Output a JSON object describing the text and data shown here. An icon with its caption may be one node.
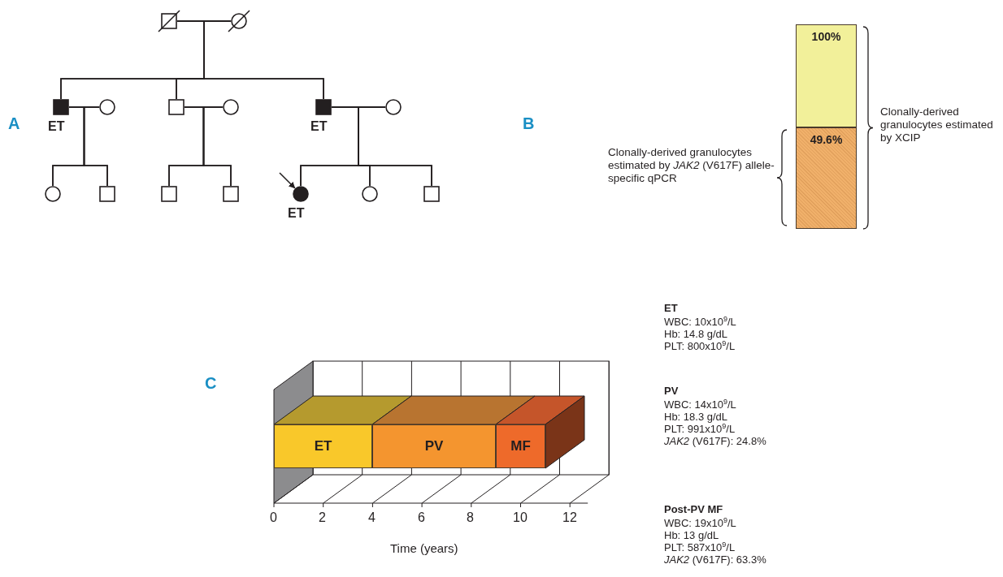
{
  "diagram": {
    "nodes": [
      {
        "text": [],
        "shape": "box"
      },
      {
        "text": [],
        "shape": "circle"
      },
      {
        "text": [],
        "shape": "box",
        "beside": [
          "ET"
        ]
      },
      {
        "text": [],
        "shape": "circle"
      },
      {
        "text": [],
        "shape": "box"
      },
      {
        "text": [],
        "shape": "circle"
      },
      {
        "text": [],
        "shape": "box",
        "beside": [
          "ET"
        ]
      },
      {
        "text": [],
        "shape": "circle"
      },
      {
        "text": [],
        "shape": "circle"
      },
      {
        "text": [],
        "shape": "box"
      },
      {
        "text": [],
        "shape": "box"
      },
      {
        "text": [],
        "shape": "box"
      },
      {
        "text": [],
        "shape": "circle",
        "beside": [
          "ET"
        ]
      },
      {
        "text": [],
        "shape": "circle"
      },
      {
        "text": [],
        "shape": "box"
      },
      {
        "text": [
          "100%"
        ]
      },
      {
        "text": [
          "49.6%"
        ]
      },
      {
        "text": [
          "ET"
        ]
      },
      {
        "text": [
          "PV"
        ]
      },
      {
        "text": [
          "MF"
        ]
      }
    ],
    "edges": [
      {
        "from": 0,
        "to": 1,
        "arrow": "none"
      },
      {
        "from": 2,
        "to": 3,
        "arrow": "none"
      },
      {
        "from": 4,
        "to": 5,
        "arrow": "none"
      },
      {
        "from": 6,
        "to": 7,
        "arrow": "none"
      },
      {
        "from": 0,
        "to": 2,
        "arrow": "none"
      },
      {
        "from": 1,
        "to": 2,
        "arrow": "none"
      },
      {
        "from": 0,
        "to": 4,
        "arrow": "none"
      },
      {
        "from": 1,
        "to": 4,
        "arrow": "none"
      },
      {
        "from": 0,
        "to": 6,
        "arrow": "none"
      },
      {
        "from": 1,
        "to": 6,
        "arrow": "none"
      },
      {
        "from": 2,
        "to": 8,
        "arrow": "none"
      },
      {
        "from": 3,
        "to": 8,
        "arrow": "none"
      },
      {
        "from": 2,
        "to": 9,
        "arrow": "none"
      },
      {
        "from": 3,
        "to": 9,
        "arrow": "none"
      },
      {
        "from": 4,
        "to": 10,
        "arrow": "none"
      },
      {
        "from": 5,
        "to": 10,
        "arrow": "none"
      },
      {
        "from": 4,
        "to": 11,
        "arrow": "none"
      },
      {
        "from": 5,
        "to": 11,
        "arrow": "none"
      },
      {
        "from": 6,
        "to": 12,
        "arrow": "none"
      },
      {
        "from": 7,
        "to": 12,
        "arrow": "none"
      },
      {
        "from": 6,
        "to": 13,
        "arrow": "none"
      },
      {
        "from": 7,
        "to": 13,
        "arrow": "none"
      },
      {
        "from": 6,
        "to": 14,
        "arrow": "none"
      },
      {
        "from": 7,
        "to": 14,
        "arrow": "none"
      },
      {
        "from": null,
        "to": 12,
        "arrow": "to"
      }
    ],
    "labels": [
      "A",
      "B",
      "Clonally-derived granulocytes estimated by XCIP",
      "Clonally-derived granulocytes estimated by *JAK2* (V617F) allele-specific qPCR",
      "C",
      "0",
      "2",
      "4",
      "6",
      "8",
      "10",
      "12",
      "Time (years)",
      "ET",
      "WBC: 10x10$^{9}$/L",
      "Hb: 14.8 g/dL",
      "PLT: 800x10$^{9}$/L",
      "PV",
      "WBC: 14x10$^{9}$/L",
      "Hb: 18.3 g/dL",
      "PLT: 991x10$^{9}$/L",
      "*JAK2* (V617F): 24.8%",
      "Post-PV MF",
      "WBC: 19x10$^{9}$/L",
      "Hb: 13 g/dL",
      "PLT: 587x10$^{9}$/L",
      "*JAK2* (V617F): 63.3%"
    ]
  }
}
